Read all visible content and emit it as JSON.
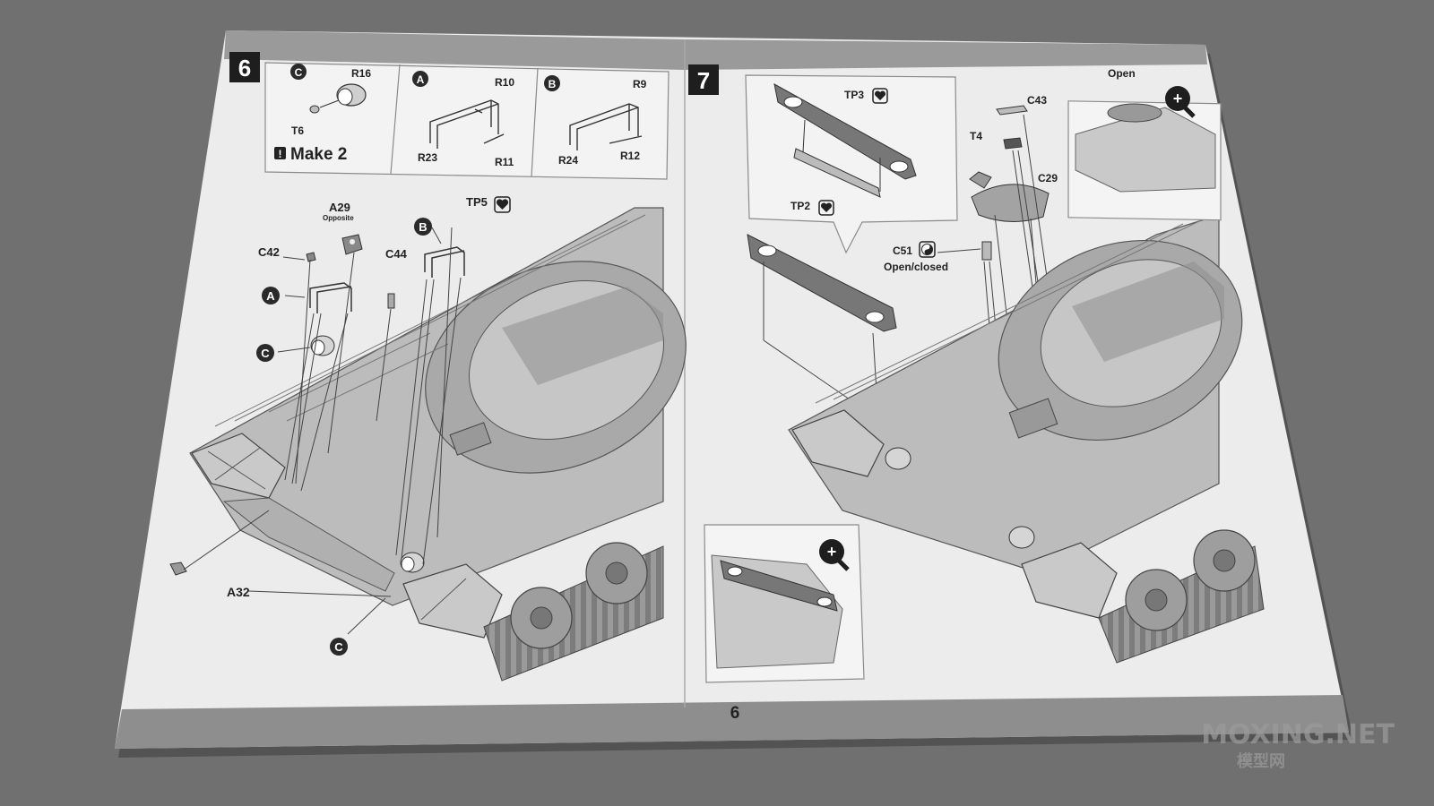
{
  "step6": {
    "number": "6",
    "panel_c": {
      "letter": "C",
      "labels": [
        "R16",
        "T6"
      ],
      "note": "Make 2"
    },
    "panel_a": {
      "letter": "A",
      "labels": [
        "R10",
        "R23",
        "R11"
      ]
    },
    "panel_b": {
      "letter": "B",
      "labels": [
        "R9",
        "R24",
        "R12"
      ]
    },
    "parts": {
      "a29": "A29",
      "a29_note": "Opposite",
      "tp5": "TP5",
      "c42": "C42",
      "c44": "C44",
      "a32": "A32",
      "callout_a": "A",
      "callout_b": "B",
      "callout_c1": "C",
      "callout_c2": "C"
    }
  },
  "step7": {
    "number": "7",
    "parts": {
      "tp3": "TP3",
      "tp2": "TP2",
      "c43": "C43",
      "t4": "T4",
      "c29": "C29",
      "c51": "C51",
      "c51_note": "Open/closed",
      "open": "Open"
    }
  },
  "page_number": "6",
  "watermark": {
    "brand": "MOXING.NET",
    "sub": "模型网"
  },
  "colors": {
    "paper": "#ededed",
    "band": "#8e8e8e",
    "badge": "#1e1e1e",
    "hull": "#bdbdbd"
  }
}
